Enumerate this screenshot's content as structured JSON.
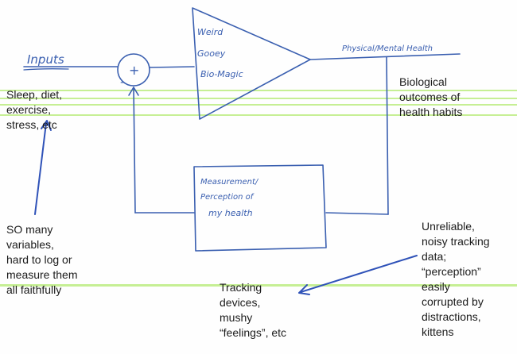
{
  "colors": {
    "ink": "#3a5fb0",
    "arrow": "#2f52b8",
    "highlight": "#c6ef94"
  },
  "handwritten": {
    "inputs": "Inputs",
    "plus": "+",
    "minus": "-",
    "amplifier": [
      "Weird",
      "Gooey",
      "Bio-Magic"
    ],
    "output": "Physical/Mental Health",
    "measurement": [
      "Measurement/",
      "Perception of",
      "my health"
    ]
  },
  "typed": {
    "inputs_note": "Sleep, diet,\nexercise,\nstress,  etc",
    "outcomes_note": "Biological\noutcomes of\nhealth habits",
    "variables_note": "SO many\nvariables,\nhard to log or\nmeasure them\nall faithfully",
    "tracking_note": "Tracking\ndevices,\nmushy\n“feelings”, etc",
    "unreliable_note": "Unreliable,\nnoisy tracking\ndata;\n“perception”\neasily\ncorrupted by\ndistractions,\nkittens"
  }
}
